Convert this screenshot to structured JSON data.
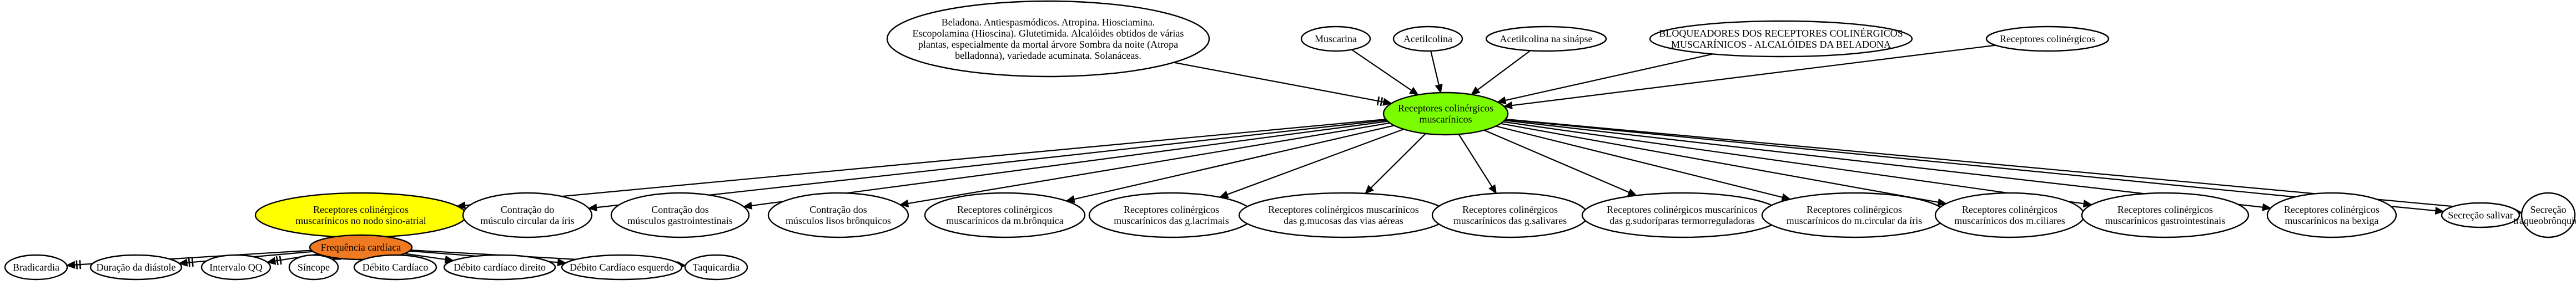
{
  "colors": {
    "center": "#7cfc00",
    "sinoatrial": "#ffff00",
    "heart_rate": "#f07a21",
    "default_fill": "#ffffff",
    "stroke": "#000000"
  },
  "nodes": [
    {
      "id": "belladona",
      "lines": [
        "Beladona. Antiespasmódicos. Atropina. Hiosciamina.",
        "Escopolamina (Hioscina). Glutetimida. Alcalóides obtidos de várias",
        "plantas, especialmente da mortal árvore Sombra da noite (Atropa",
        "belladonna), variedade acuminata. Solanáceas."
      ]
    },
    {
      "id": "muscarina",
      "lines": [
        "Muscarina"
      ]
    },
    {
      "id": "acetilcolina",
      "lines": [
        "Acetilcolina"
      ]
    },
    {
      "id": "acetil_sinapse",
      "lines": [
        "Acetilcolina na sinápse"
      ]
    },
    {
      "id": "bloqueadores",
      "lines": [
        "BLOQUEADORES DOS RECEPTORES COLINÉRGICOS",
        "MUSCARÍNICOS - ALCALÓIDES DA BELADONA"
      ]
    },
    {
      "id": "rec_colinergicos",
      "lines": [
        "Receptores colinérgicos"
      ]
    },
    {
      "id": "center",
      "lines": [
        "Receptores colinérgicos",
        "muscarínicos"
      ],
      "fill": "center"
    },
    {
      "id": "sinoatrial",
      "lines": [
        "Receptores colinérgicos",
        "muscarínicos no nodo sino-atrial"
      ],
      "fill": "sinoatrial"
    },
    {
      "id": "iris",
      "lines": [
        "Contração do",
        "músculo circular da íris"
      ]
    },
    {
      "id": "gastro",
      "lines": [
        "Contração dos",
        "músculos gastrointestinais"
      ]
    },
    {
      "id": "bronquicos",
      "lines": [
        "Contração dos",
        "músculos lisos brônquicos"
      ]
    },
    {
      "id": "m_bronquica",
      "lines": [
        "Receptores colinérgicos",
        "muscarínicos da m.brônquica"
      ]
    },
    {
      "id": "g_lacrimais",
      "lines": [
        "Receptores colinérgicos",
        "muscarínicos das g.lacrimais"
      ]
    },
    {
      "id": "vias_aereas",
      "lines": [
        "Receptores colinérgicos muscarínicos",
        "das g.mucosas das vias aéreas"
      ]
    },
    {
      "id": "salivares",
      "lines": [
        "Receptores colinérgicos",
        "muscarínicos das g.salivares"
      ]
    },
    {
      "id": "sudoriparas",
      "lines": [
        "Receptores colinérgicos muscarínicos",
        "das g.sudoríparas termorreguladoras"
      ]
    },
    {
      "id": "m_circular_iris",
      "lines": [
        "Receptores colinérgicos",
        "muscarínicos do m.circular da íris"
      ]
    },
    {
      "id": "m_ciliares",
      "lines": [
        "Receptores colinérgicos",
        "muscarínicos dos m.ciliares"
      ]
    },
    {
      "id": "rec_gastro",
      "lines": [
        "Receptores colinérgicos",
        "muscarínicos gastrointestinais"
      ]
    },
    {
      "id": "bexiga",
      "lines": [
        "Receptores colinérgicos",
        "muscarínicos na bexiga"
      ]
    },
    {
      "id": "secrecao_salivar",
      "lines": [
        "Secreção salivar"
      ]
    },
    {
      "id": "secrecao_traqueo",
      "lines": [
        "Secreção",
        "traqueobrônquica"
      ]
    },
    {
      "id": "freq_cardiaca",
      "lines": [
        "Frequência cardíaca"
      ],
      "fill": "heart_rate"
    },
    {
      "id": "bradicardia",
      "lines": [
        "Bradicardia"
      ]
    },
    {
      "id": "diastole",
      "lines": [
        "Duração da diástole"
      ]
    },
    {
      "id": "qq",
      "lines": [
        "Intervalo QQ"
      ]
    },
    {
      "id": "sincope",
      "lines": [
        "Síncope"
      ]
    },
    {
      "id": "debito",
      "lines": [
        "Débito Cardíaco"
      ]
    },
    {
      "id": "debito_direito",
      "lines": [
        "Débito cardíaco direito"
      ]
    },
    {
      "id": "debito_esquerdo",
      "lines": [
        "Débito Cardíaco esquerdo"
      ]
    },
    {
      "id": "taquicardia",
      "lines": [
        "Taquicardia"
      ]
    }
  ],
  "edges": [
    {
      "from": "belladona",
      "to": "center",
      "mark": "double-bar"
    },
    {
      "from": "muscarina",
      "to": "center"
    },
    {
      "from": "acetilcolina",
      "to": "center"
    },
    {
      "from": "acetil_sinapse",
      "to": "center"
    },
    {
      "from": "bloqueadores",
      "to": "center"
    },
    {
      "from": "rec_colinergicos",
      "to": "center"
    },
    {
      "from": "center",
      "to": "sinoatrial"
    },
    {
      "from": "center",
      "to": "iris"
    },
    {
      "from": "center",
      "to": "gastro"
    },
    {
      "from": "center",
      "to": "bronquicos"
    },
    {
      "from": "center",
      "to": "m_bronquica"
    },
    {
      "from": "center",
      "to": "g_lacrimais"
    },
    {
      "from": "center",
      "to": "vias_aereas"
    },
    {
      "from": "center",
      "to": "salivares"
    },
    {
      "from": "center",
      "to": "sudoriparas"
    },
    {
      "from": "center",
      "to": "m_circular_iris"
    },
    {
      "from": "center",
      "to": "m_ciliares"
    },
    {
      "from": "center",
      "to": "rec_gastro"
    },
    {
      "from": "center",
      "to": "bexiga"
    },
    {
      "from": "center",
      "to": "secrecao_salivar"
    },
    {
      "from": "center",
      "to": "secrecao_traqueo"
    },
    {
      "from": "sinoatrial",
      "to": "freq_cardiaca",
      "mark": "double-bar"
    },
    {
      "from": "freq_cardiaca",
      "to": "bradicardia",
      "mark": "double-bar"
    },
    {
      "from": "freq_cardiaca",
      "to": "diastole",
      "mark": "double-bar"
    },
    {
      "from": "freq_cardiaca",
      "to": "qq",
      "mark": "double-bar"
    },
    {
      "from": "freq_cardiaca",
      "to": "sincope"
    },
    {
      "from": "freq_cardiaca",
      "to": "debito"
    },
    {
      "from": "freq_cardiaca",
      "to": "debito_direito"
    },
    {
      "from": "freq_cardiaca",
      "to": "debito_esquerdo"
    },
    {
      "from": "freq_cardiaca",
      "to": "taquicardia"
    }
  ]
}
